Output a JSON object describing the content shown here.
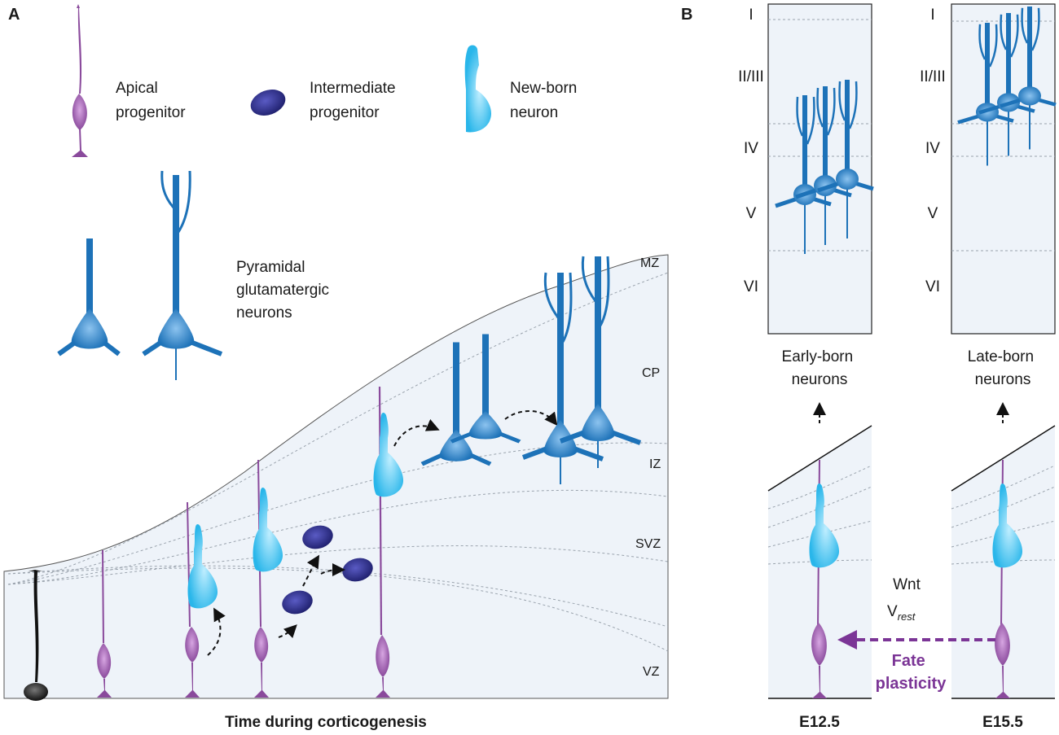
{
  "panel_a": {
    "label": "A",
    "legend": {
      "apical": [
        "Apical",
        "progenitor"
      ],
      "intermediate": [
        "Intermediate",
        "progenitor"
      ],
      "newborn": [
        "New-born",
        "neuron"
      ],
      "pyramidal": [
        "Pyramidal",
        "glutamatergic",
        "neurons"
      ]
    },
    "zones": [
      "MZ",
      "CP",
      "IZ",
      "SVZ",
      "VZ"
    ],
    "x_axis_label": "Time during corticogenesis"
  },
  "panel_b": {
    "label": "B",
    "layers": [
      "I",
      "II/III",
      "IV",
      "V",
      "VI"
    ],
    "early_caption": [
      "Early-born",
      "neurons"
    ],
    "late_caption": [
      "Late-born",
      "neurons"
    ],
    "signal_line1": "Wnt",
    "signal_vrest_main": "V",
    "signal_vrest_sub": "rest",
    "fate": [
      "Fate",
      "plasticity"
    ],
    "stages": [
      "E12.5",
      "E15.5"
    ]
  },
  "colors": {
    "apical": "#8a4a9c",
    "intermediate": "#2b2c8c",
    "newborn": "#29b6ea",
    "pyramidal": "#1d72b8",
    "fate": "#7b3596",
    "background_region": "#eef3f9"
  }
}
